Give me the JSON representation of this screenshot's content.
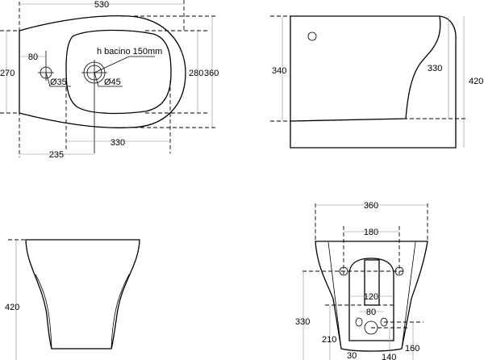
{
  "top_view": {
    "width": "530",
    "height_left": "270",
    "hole_offset": "80",
    "hole_small": "Ø35",
    "hole_drain": "Ø45",
    "basin_depth": "h bacino 150mm",
    "basin_width": "280",
    "total_width": "360",
    "basin_length": "330",
    "drain_offset": "235"
  },
  "side_view": {
    "rim_height": "340",
    "basin_height": "330",
    "total_height": "420"
  },
  "front_view": {
    "total_height": "420"
  },
  "back_view": {
    "width": "360",
    "fixing_spacing": "180",
    "fixing_height": "330",
    "inlet_width": "120",
    "inlet_spacing": "80",
    "floor_height": "210",
    "drain_offset": "30",
    "drain_width": "140",
    "drain_height": "160"
  }
}
